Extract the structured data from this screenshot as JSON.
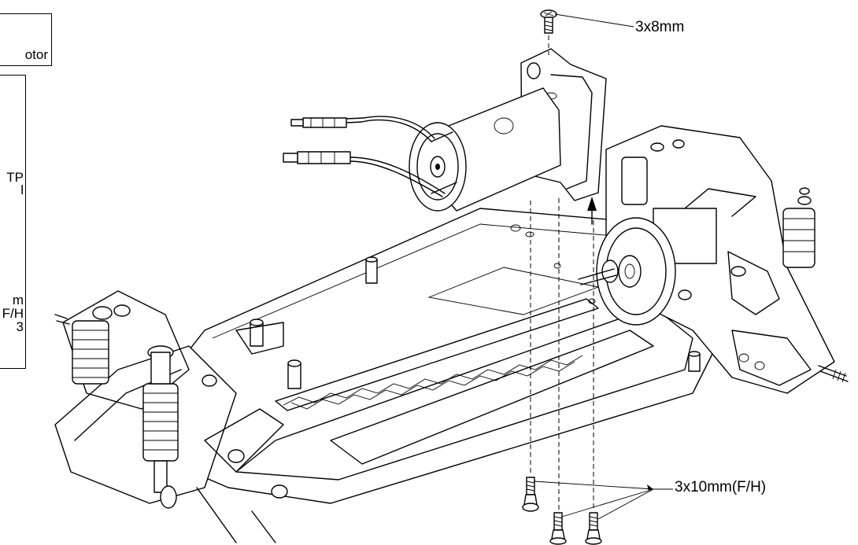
{
  "side_box_top": {
    "text": "otor"
  },
  "side_box_main": {
    "lines": [
      "TP",
      "l",
      "m",
      "F/H",
      "3"
    ]
  },
  "callouts": {
    "top_screw": "3x8mm",
    "bottom_screws": "3x10mm(F/H)"
  }
}
